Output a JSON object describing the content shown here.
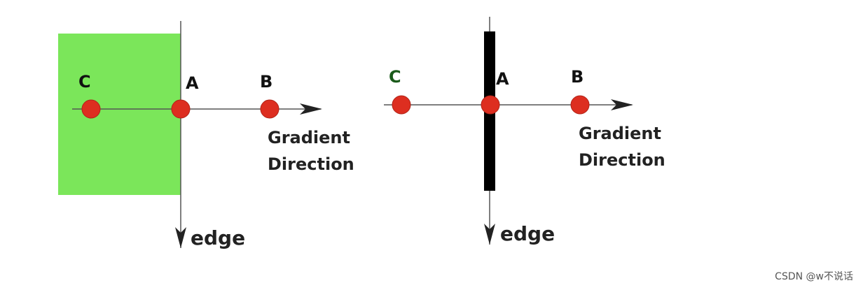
{
  "colors": {
    "region_fill": "#7be65a",
    "edge_bar": "#000000",
    "point_fill": "#dd2e20",
    "point_stroke": "#b02418",
    "line": "#555555",
    "text": "#222222",
    "label_c_left": "#111111",
    "label_c_right": "#1a5a1a"
  },
  "diagrams": [
    {
      "name": "step-edge",
      "points": {
        "c": "C",
        "a": "A",
        "b": "B"
      },
      "gradient_label": [
        "Gradient",
        "Direction"
      ],
      "edge_label": "edge"
    },
    {
      "name": "line-edge",
      "points": {
        "c": "C",
        "a": "A",
        "b": "B"
      },
      "gradient_label": [
        "Gradient",
        "Direction"
      ],
      "edge_label": "edge"
    }
  ],
  "watermark": "CSDN @w不说话"
}
